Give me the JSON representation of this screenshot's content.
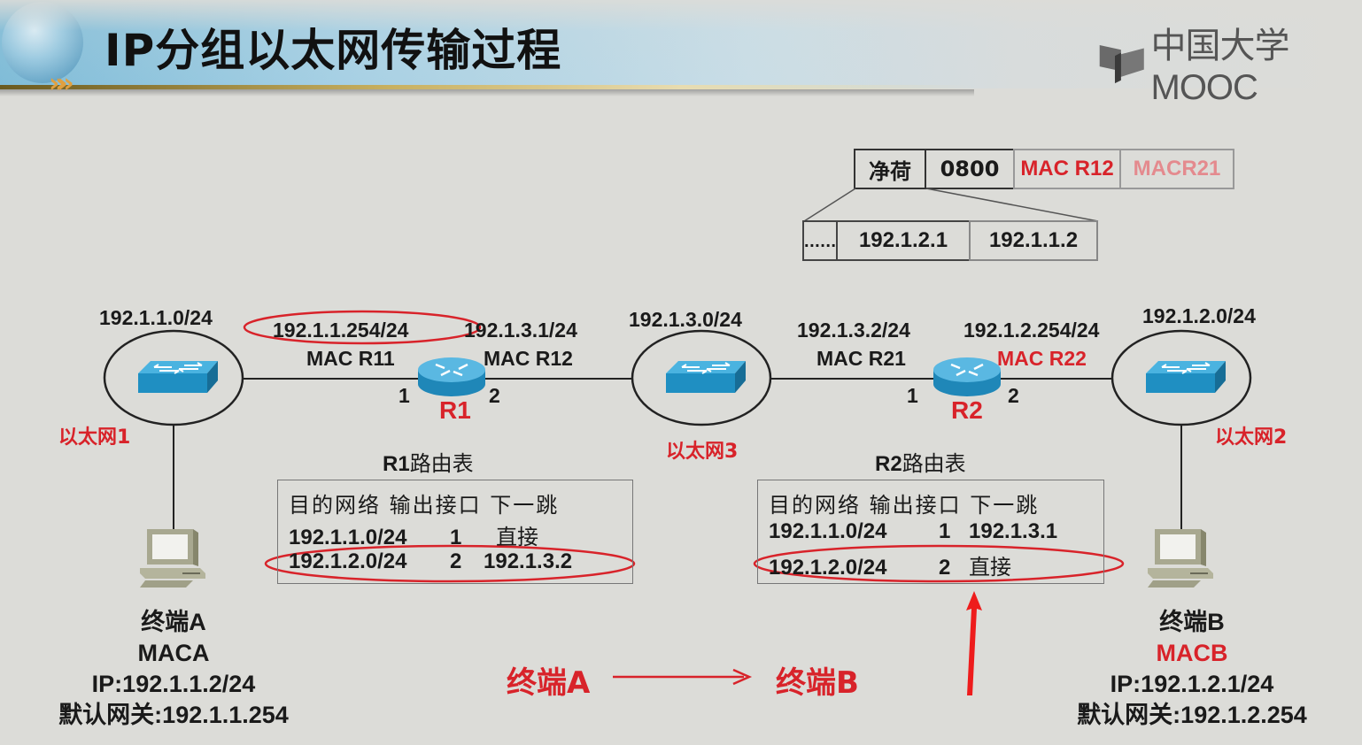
{
  "header": {
    "title": "IP分组以太网传输过程",
    "chevrons": "»»",
    "logo_text": "中国大学MOOC"
  },
  "frame": {
    "fields": [
      {
        "label": "净荷",
        "color": "#1a1a1a"
      },
      {
        "label": "0800",
        "color": "#1a1a1a"
      },
      {
        "label": "MAC R12",
        "color": "#d8232a"
      },
      {
        "label": "MACR21",
        "color": "#e48a8e"
      }
    ],
    "payload_fields": [
      "......",
      "192.1.2.1",
      "192.1.1.2"
    ]
  },
  "networks": {
    "eth1": {
      "subnet": "192.1.1.0/24",
      "label": "以太网1"
    },
    "eth3": {
      "subnet": "192.1.3.0/24",
      "label": "以太网3"
    },
    "eth2": {
      "subnet": "192.1.2.0/24",
      "label": "以太网2"
    }
  },
  "routers": {
    "r1": {
      "name": "R1",
      "if1": {
        "ip": "192.1.1.254/24",
        "mac": "MAC R11",
        "port": "1"
      },
      "if2": {
        "ip": "192.1.3.1/24",
        "mac": "MAC R12",
        "port": "2"
      }
    },
    "r2": {
      "name": "R2",
      "if1": {
        "ip": "192.1.3.2/24",
        "mac": "MAC R21",
        "port": "1"
      },
      "if2": {
        "ip": "192.1.2.254/24",
        "mac": "MAC R22",
        "port": "2"
      }
    }
  },
  "routing_tables": {
    "r1": {
      "title_prefix": "R1",
      "title_suffix": "路由表",
      "header": "目的网络 输出接口 下一跳",
      "rows": [
        {
          "dest": "192.1.1.0/24",
          "iface": "1",
          "next_hop": "直接"
        },
        {
          "dest": "192.1.2.0/24",
          "iface": "2",
          "next_hop": "192.1.3.2"
        }
      ]
    },
    "r2": {
      "title_prefix": "R2",
      "title_suffix": "路由表",
      "header": "目的网络 输出接口 下一跳",
      "rows": [
        {
          "dest": "192.1.1.0/24",
          "iface": "1",
          "next_hop": "192.1.3.1"
        },
        {
          "dest": "192.1.2.0/24",
          "iface": "2",
          "next_hop": "直接"
        }
      ]
    }
  },
  "hosts": {
    "a": {
      "name": "终端A",
      "mac": "MACA",
      "ip": "IP:192.1.1.2/24",
      "gateway": "默认网关:192.1.1.254"
    },
    "b": {
      "name": "终端B",
      "mac": "MACB",
      "ip": "IP:192.1.2.1/24",
      "gateway": "默认网关:192.1.2.254"
    }
  },
  "flow": {
    "from": "终端A",
    "to": "终端B"
  },
  "colors": {
    "accent_red": "#d8232a",
    "switch_blue": "#2a9bcc",
    "background": "#dcdcd8"
  }
}
